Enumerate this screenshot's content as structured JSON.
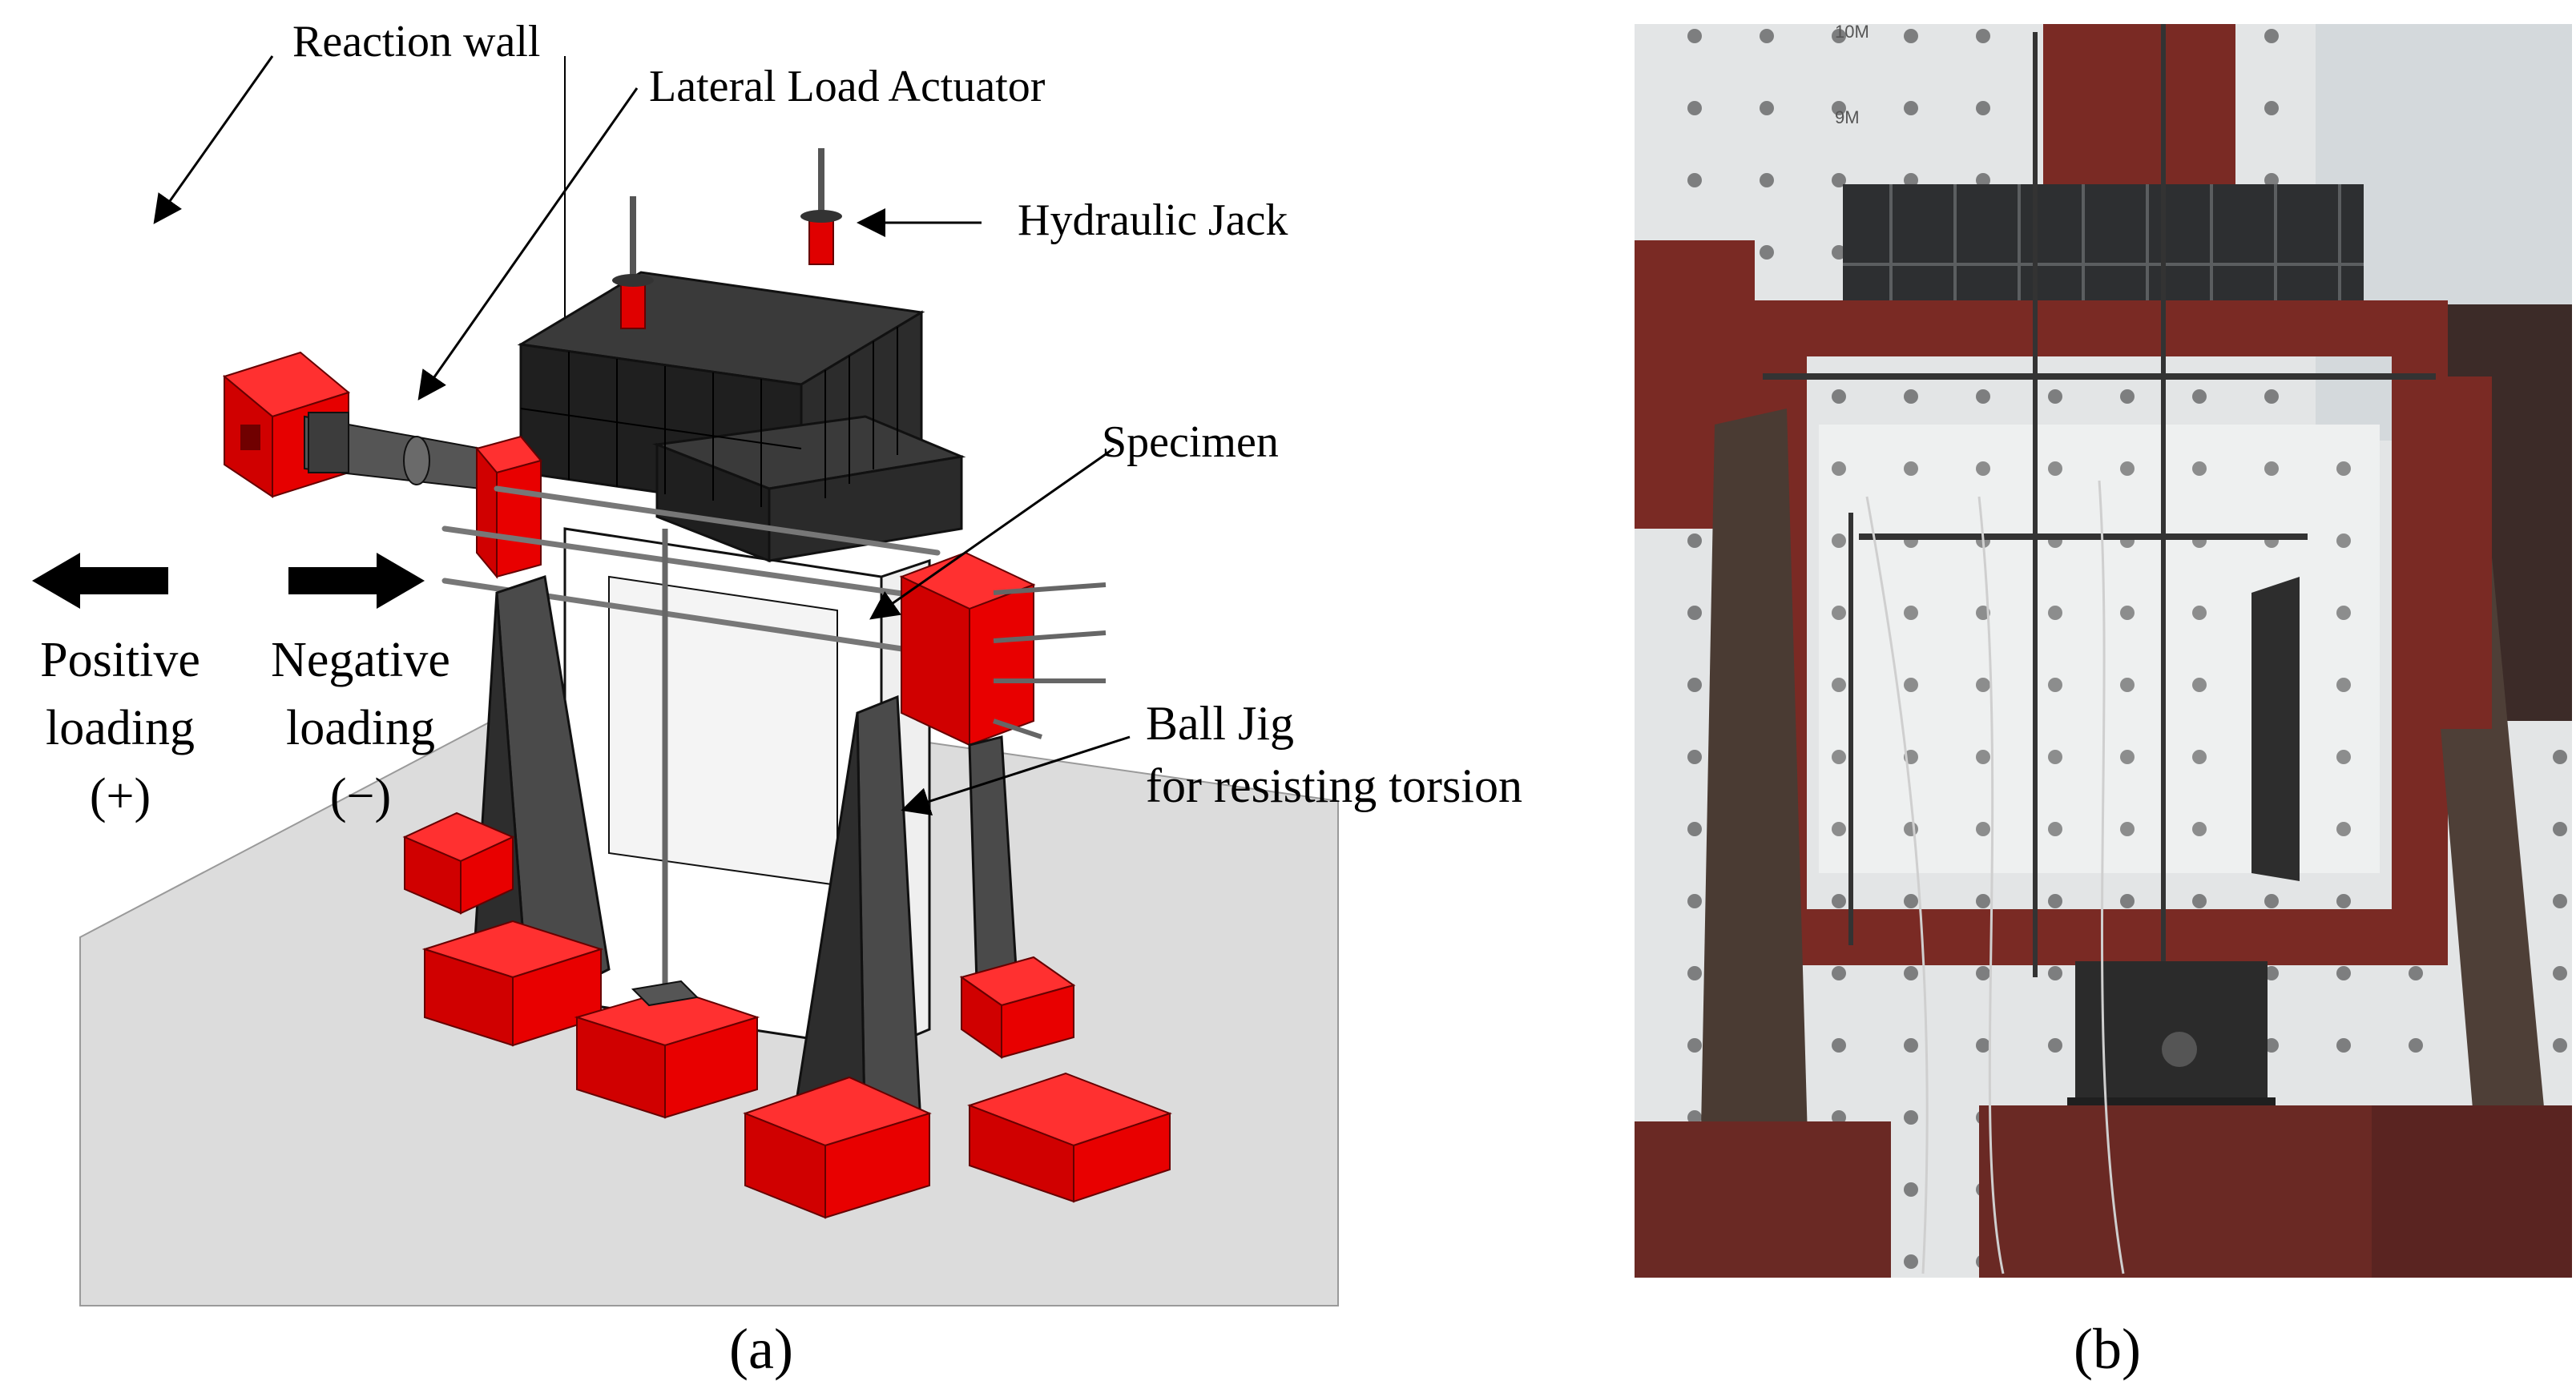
{
  "panel_a": {
    "labels": {
      "reaction_wall": "Reaction wall",
      "actuator": "Lateral Load Actuator",
      "hydraulic_jack": "Hydraulic Jack",
      "specimen": "Specimen",
      "ball_jig_line1": "Ball Jig",
      "ball_jig_line2": "for resisting torsion",
      "positive_line1": "Positive",
      "positive_line2": "loading",
      "positive_line3": "(+)",
      "negative_line1": "Negative",
      "negative_line2": "loading",
      "negative_line3": "(−)"
    },
    "caption": "(a)"
  },
  "panel_b": {
    "caption": "(b)",
    "wall_markers": [
      "10M",
      "9M"
    ]
  },
  "colors": {
    "red": "#e00000",
    "dark_steel": "#2b2b2b",
    "floor": "#dedede",
    "rust_frame": "#7a2a24"
  }
}
